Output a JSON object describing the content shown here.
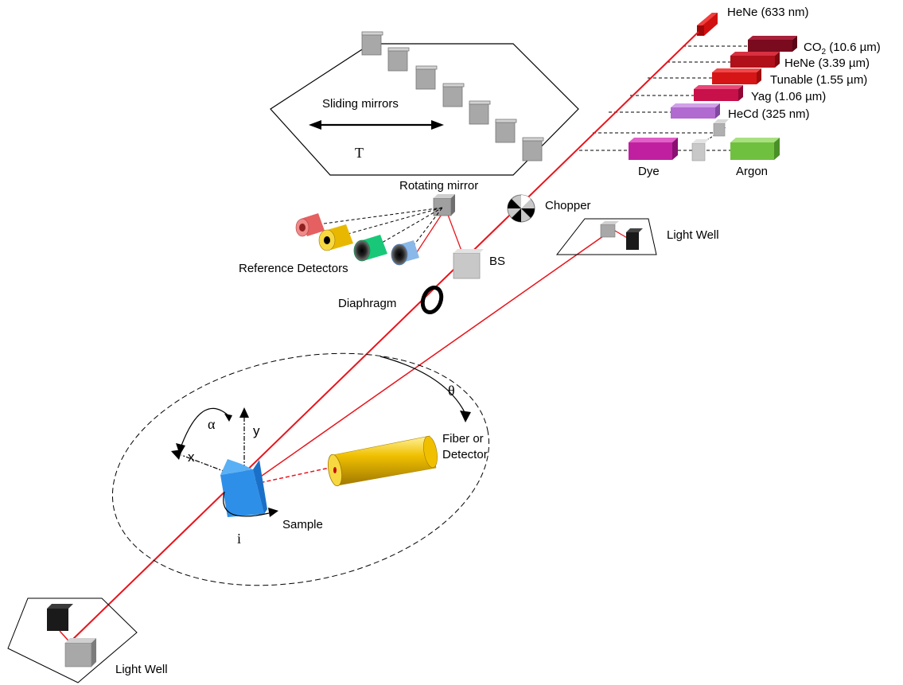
{
  "lasers": [
    {
      "label": "HeNe (633 nm)"
    },
    {
      "label_main": "CO",
      "label_sub": "2",
      "label_rest": " (10.6 µm)"
    },
    {
      "label": "HeNe (3.39 µm)"
    },
    {
      "label": "Tunable (1.55 µm)"
    },
    {
      "label": "Yag (1.06 µm)"
    },
    {
      "label": "HeCd (325 nm)"
    },
    {
      "label": "Dye"
    },
    {
      "label": "Argon"
    }
  ],
  "labels": {
    "sliding_mirrors": "Sliding mirrors",
    "translation": "T",
    "rotating_mirror": "Rotating mirror",
    "chopper": "Chopper",
    "light_well_top": "Light Well",
    "light_well_bottom": "Light Well",
    "reference_detectors": "Reference Detectors",
    "beam_splitter": "BS",
    "diaphragm": "Diaphragm",
    "theta": "θ",
    "alpha": "α",
    "y_axis": "y",
    "x_axis": "x",
    "fiber_line1": "Fiber or",
    "fiber_line2": "Detector",
    "sample": "Sample",
    "incidence": "i"
  },
  "colors": {
    "beam": "#e8141c",
    "mirror": "#a8a8a8",
    "hene633": "#d01010",
    "co2": "#7a0a1e",
    "hene339": "#b0101a",
    "tunable": "#d61616",
    "yag": "#c8104a",
    "hecd": "#b06ad0",
    "dye": "#c020a0",
    "argon": "#70c040",
    "sample": "#2e8fe8",
    "fiber": "#e8b800"
  }
}
